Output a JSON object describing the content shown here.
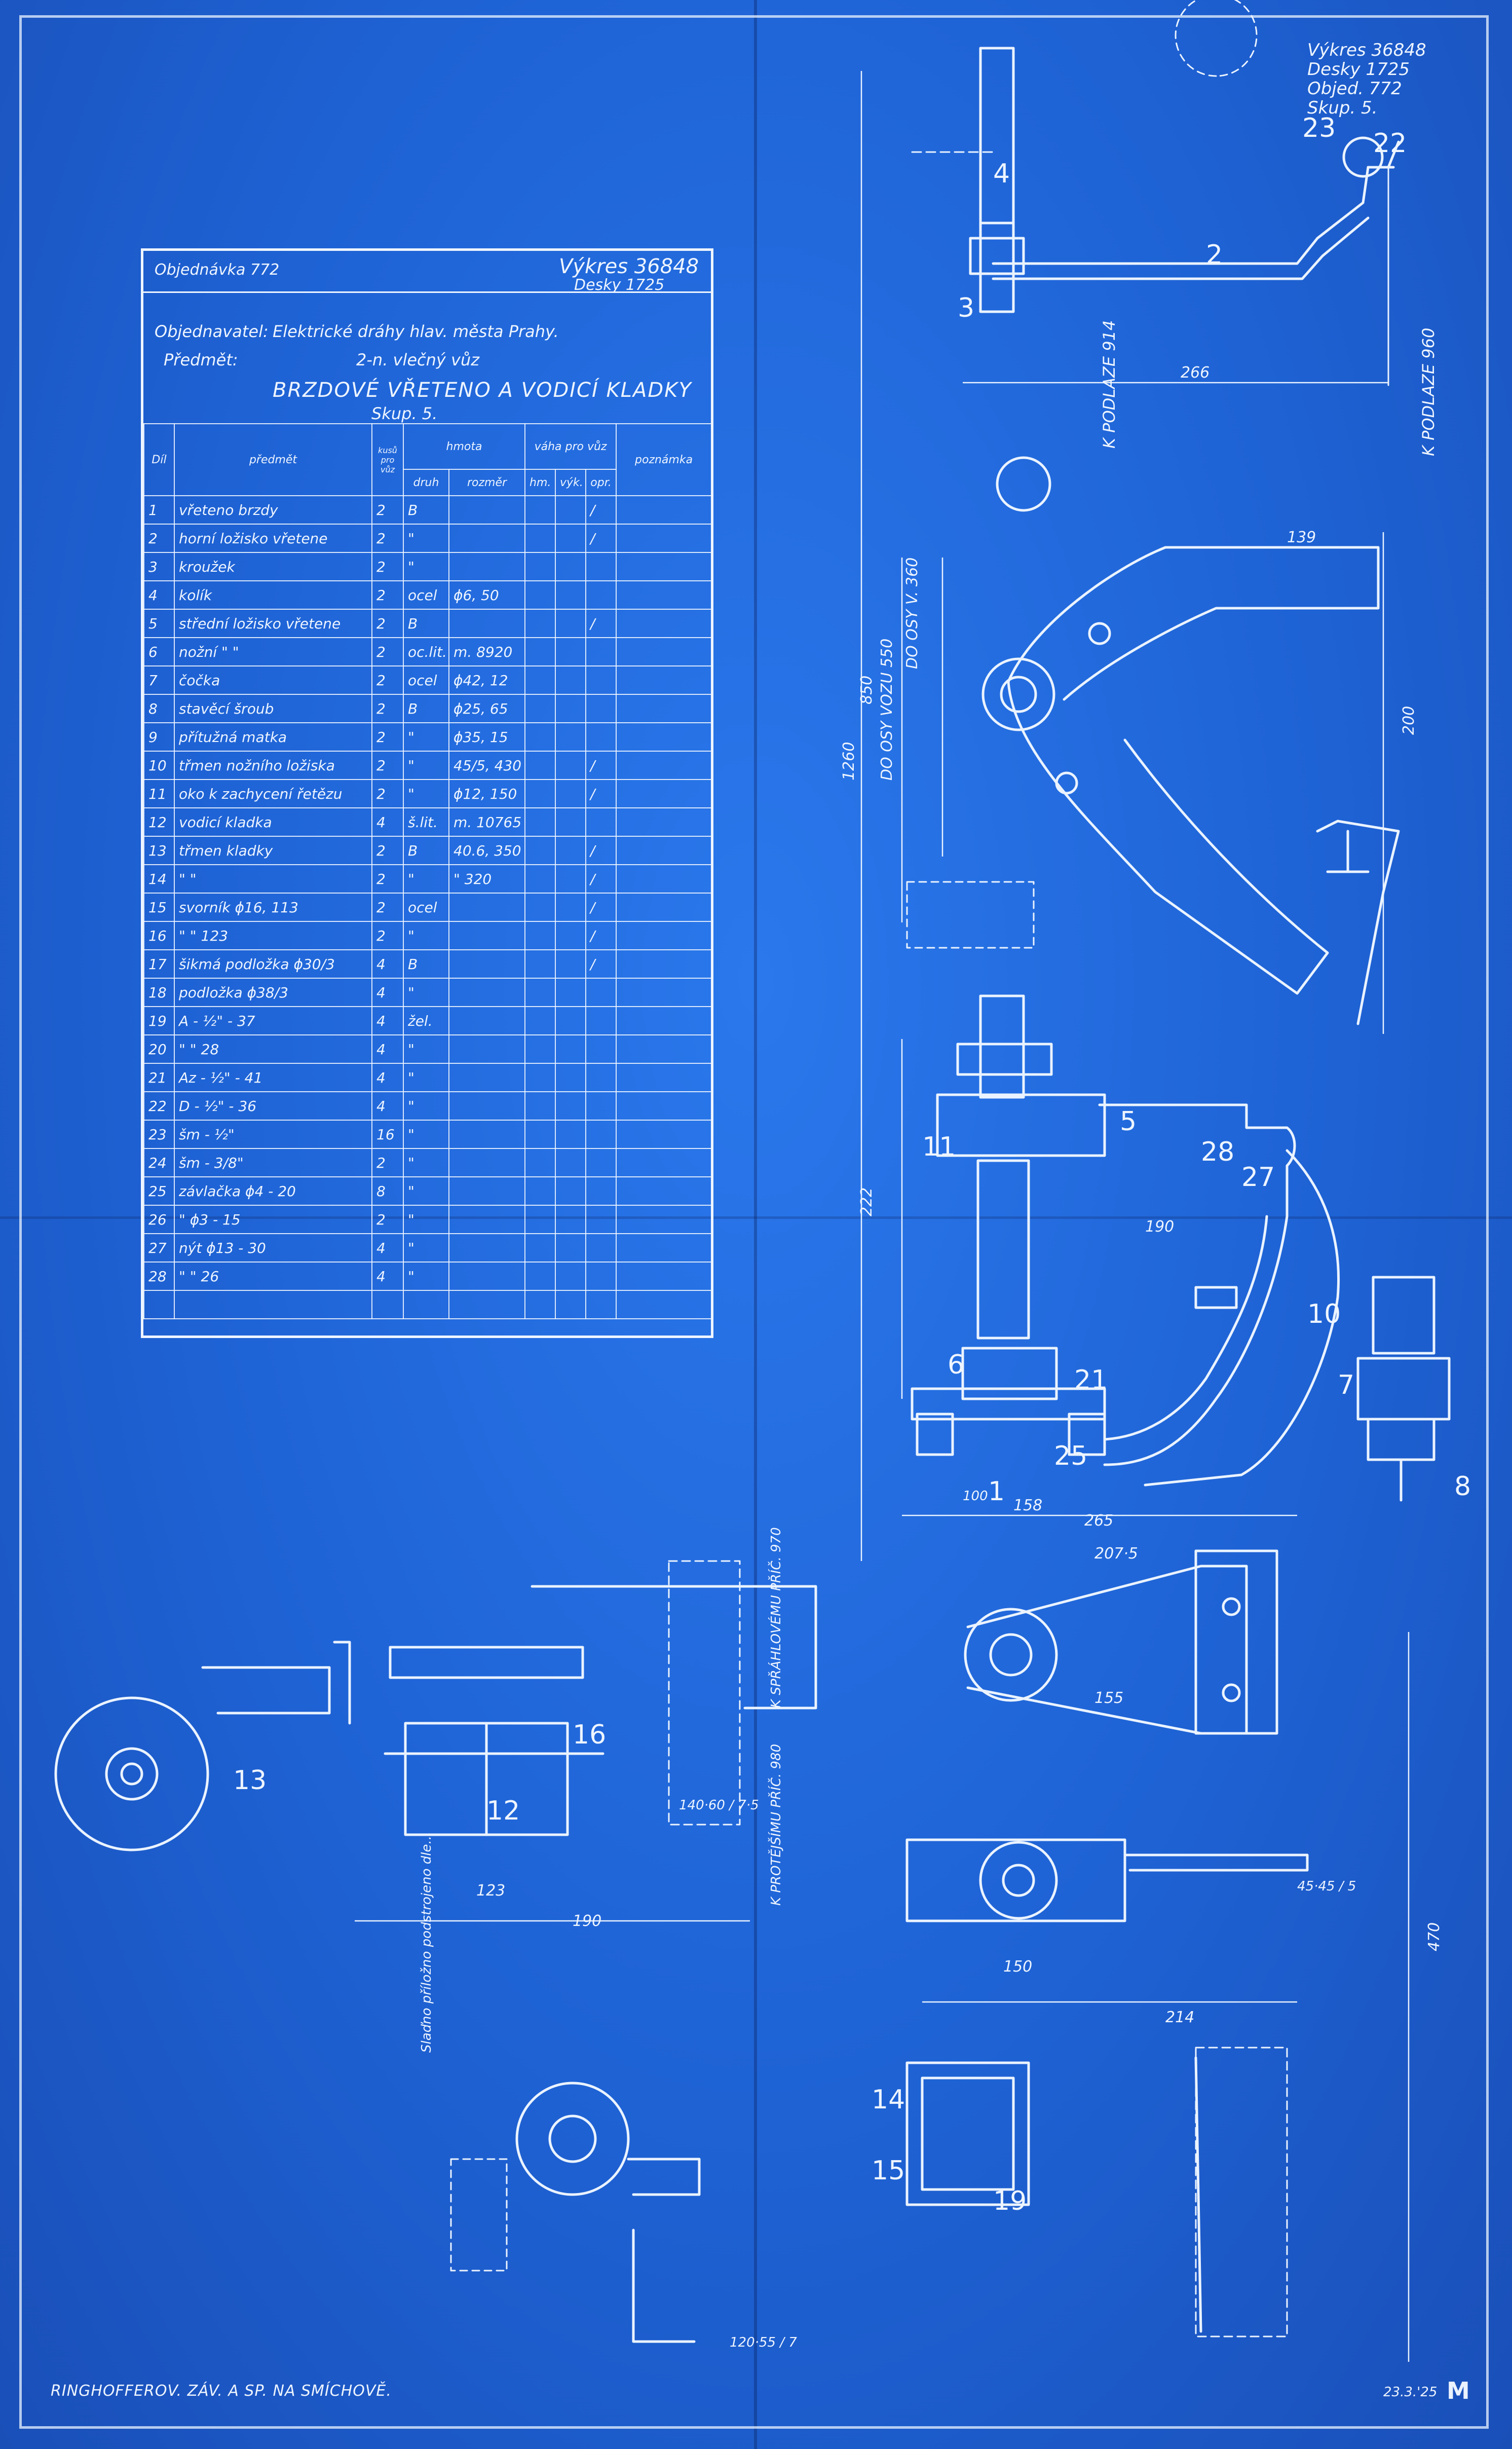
{
  "title_block": {
    "drawing": "Výkres 36848",
    "boards": "Desky 1725",
    "order": "Objed. 772",
    "group": "Skup. 5."
  },
  "table": {
    "order": "Objednávka 772",
    "drawing": "Výkres 36848",
    "boards": "Desky 1725",
    "client_label": "Objednavatel:",
    "client": "Elektrické dráhy hlav. města Prahy.",
    "subject_label": "Předmět:",
    "subject": "2-n. vlečný vůz",
    "title": "BRZDOVÉ VŘETENO A VODICÍ KLADKY",
    "group": "Skup. 5.",
    "headers": {
      "part": "Díl",
      "item": "předmět",
      "count": "kusů pro vůz",
      "material": "hmota",
      "kind": "druh",
      "size": "rozměr",
      "weight": "váha pro vůz",
      "raw": "hm.",
      "finished": "výk.",
      "waste": "opr.",
      "note": "poznámka"
    },
    "rows": [
      {
        "n": "1",
        "name": "vřeteno brzdy",
        "qty": "2",
        "kind": "B",
        "size": "",
        "mark": "/"
      },
      {
        "n": "2",
        "name": "horní ložisko vřetene",
        "qty": "2",
        "kind": "\"",
        "size": "",
        "mark": "/"
      },
      {
        "n": "3",
        "name": "kroužek",
        "qty": "2",
        "kind": "\"",
        "size": "",
        "mark": ""
      },
      {
        "n": "4",
        "name": "kolík",
        "qty": "2",
        "kind": "ocel",
        "size": "ϕ6, 50",
        "mark": ""
      },
      {
        "n": "5",
        "name": "střední ložisko vřetene",
        "qty": "2",
        "kind": "B",
        "size": "",
        "mark": "/"
      },
      {
        "n": "6",
        "name": "nožní \"   \"",
        "qty": "2",
        "kind": "oc.lit.",
        "size": "m. 8920",
        "mark": ""
      },
      {
        "n": "7",
        "name": "čočka",
        "qty": "2",
        "kind": "ocel",
        "size": "ϕ42, 12",
        "mark": ""
      },
      {
        "n": "8",
        "name": "stavěcí šroub",
        "qty": "2",
        "kind": "B",
        "size": "ϕ25, 65",
        "mark": ""
      },
      {
        "n": "9",
        "name": "přítužná matka",
        "qty": "2",
        "kind": "\"",
        "size": "ϕ35, 15",
        "mark": ""
      },
      {
        "n": "10",
        "name": "třmen nožního ložiska",
        "qty": "2",
        "kind": "\"",
        "size": "45/5, 430",
        "mark": "/"
      },
      {
        "n": "11",
        "name": "oko k zachycení řetězu",
        "qty": "2",
        "kind": "\"",
        "size": "ϕ12, 150",
        "mark": "/"
      },
      {
        "n": "12",
        "name": "vodicí kladka",
        "qty": "4",
        "kind": "š.lit.",
        "size": "m. 10765",
        "mark": ""
      },
      {
        "n": "13",
        "name": "třmen kladky",
        "qty": "2",
        "kind": "B",
        "size": "40.6, 350",
        "mark": "/"
      },
      {
        "n": "14",
        "name": "\"    \"",
        "qty": "2",
        "kind": "\"",
        "size": "\" 320",
        "mark": "/"
      },
      {
        "n": "15",
        "name": "svorník ϕ16, 113",
        "qty": "2",
        "kind": "ocel",
        "size": "",
        "mark": "/"
      },
      {
        "n": "16",
        "name": "\"   \" 123",
        "qty": "2",
        "kind": "\"",
        "size": "",
        "mark": "/"
      },
      {
        "n": "17",
        "name": "šikmá podložka ϕ30/3",
        "qty": "4",
        "kind": "B",
        "size": "",
        "mark": "/"
      },
      {
        "n": "18",
        "name": "podložka ϕ38/3",
        "qty": "4",
        "kind": "\"",
        "size": "",
        "mark": ""
      },
      {
        "n": "19",
        "name": "A - ½\" - 37",
        "qty": "4",
        "kind": "žel.",
        "size": "",
        "mark": ""
      },
      {
        "n": "20",
        "name": "\"  \" 28",
        "qty": "4",
        "kind": "\"",
        "size": "",
        "mark": ""
      },
      {
        "n": "21",
        "name": "Az - ½\" - 41",
        "qty": "4",
        "kind": "\"",
        "size": "",
        "mark": ""
      },
      {
        "n": "22",
        "name": "D - ½\" - 36",
        "qty": "4",
        "kind": "\"",
        "size": "",
        "mark": ""
      },
      {
        "n": "23",
        "name": "šm - ½\"",
        "qty": "16",
        "kind": "\"",
        "size": "",
        "mark": ""
      },
      {
        "n": "24",
        "name": "šm - 3/8\"",
        "qty": "2",
        "kind": "\"",
        "size": "",
        "mark": ""
      },
      {
        "n": "25",
        "name": "závlačka ϕ4 - 20",
        "qty": "8",
        "kind": "\"",
        "size": "",
        "mark": ""
      },
      {
        "n": "26",
        "name": "\"  ϕ3 - 15",
        "qty": "2",
        "kind": "\"",
        "size": "",
        "mark": ""
      },
      {
        "n": "27",
        "name": "nýt ϕ13 - 30",
        "qty": "4",
        "kind": "\"",
        "size": "",
        "mark": ""
      },
      {
        "n": "28",
        "name": "\"  \" 26",
        "qty": "4",
        "kind": "\"",
        "size": "",
        "mark": ""
      },
      {
        "n": "",
        "name": "",
        "qty": "",
        "kind": "",
        "size": "",
        "mark": ""
      }
    ]
  },
  "drawing_labels": {
    "floor_914": "K PODLAZE 914",
    "floor_960": "K PODLAZE 960",
    "axis_360": "DO OSY V. 360",
    "axis_550": "DO OSY VOZU 550",
    "dim_850": "850",
    "dim_1260": "1260",
    "dim_266": "266",
    "dim_139": "139",
    "dim_200": "200",
    "dim_222": "222",
    "dim_190": "190",
    "dim_265": "265",
    "dim_158": "158",
    "dim_207": "207·5",
    "dim_155": "155",
    "dim_150": "150",
    "dim_214": "214",
    "dim_470": "470",
    "dim_123": "123",
    "dim_100": "100",
    "profile_1": "140·60 / 7·5",
    "profile_2": "120·55 / 7",
    "profile_3": "45·45 / 5",
    "side_970": "K SPŘÁHLOVÉMU PŘÍČ. 970",
    "side_980": "K PROTĚJŠÍMU PŘÍČ. 980",
    "note_pin": "Slaďno příložno podstrojeno dle...",
    "parts": [
      "1",
      "2",
      "3",
      "4",
      "5",
      "6",
      "7",
      "8",
      "10",
      "11",
      "12",
      "13",
      "14",
      "15",
      "16",
      "19",
      "21",
      "22",
      "23",
      "25",
      "27",
      "28"
    ]
  },
  "footer": {
    "maker": "RINGHOFFEROV. ZÁV. A SP. NA SMÍCHOVĚ.",
    "date": "23.3.'25",
    "logo": "M"
  }
}
